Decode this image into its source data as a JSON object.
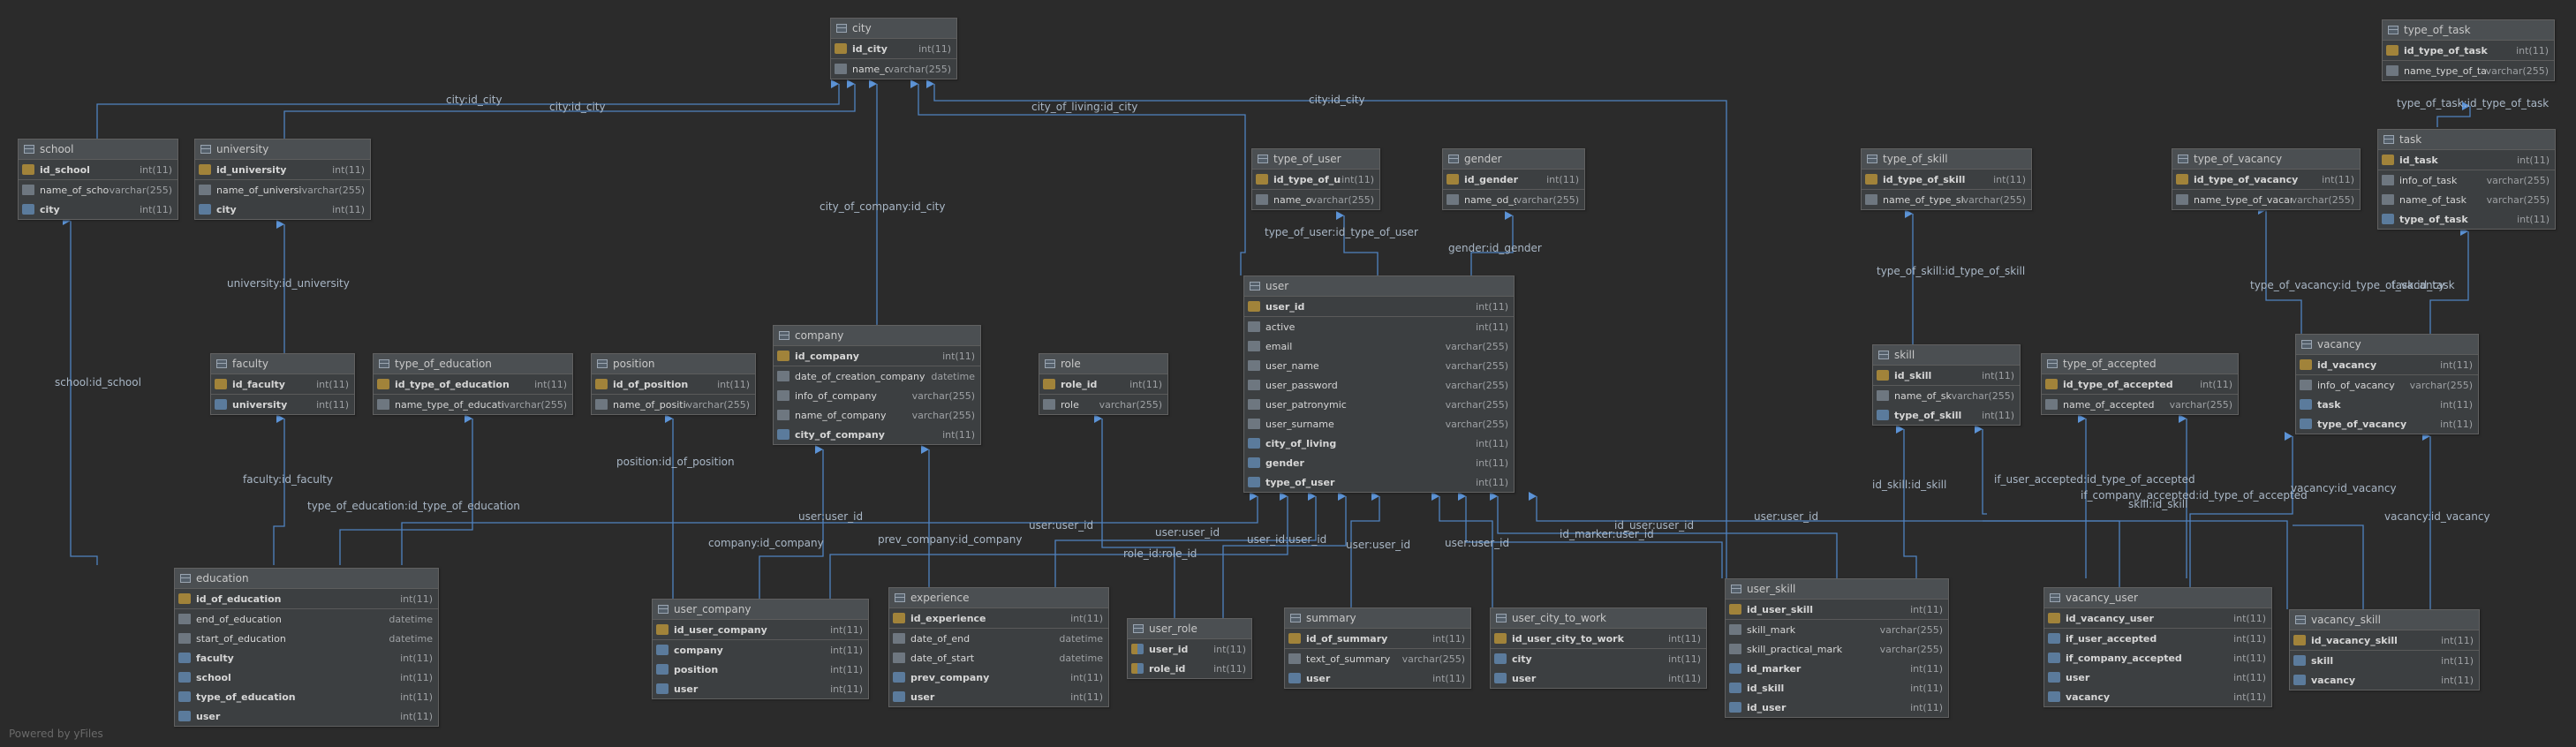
{
  "footer": "Powered by yFiles",
  "tables": {
    "city": {
      "name": "city",
      "columns": [
        {
          "name": "id_city",
          "type": "int(11)",
          "key": "pk"
        },
        {
          "name": "name_of_city",
          "type": "varchar(255)",
          "key": "col"
        }
      ]
    },
    "school": {
      "name": "school",
      "columns": [
        {
          "name": "id_school",
          "type": "int(11)",
          "key": "pk"
        },
        {
          "name": "name_of_school",
          "type": "varchar(255)",
          "key": "col"
        },
        {
          "name": "city",
          "type": "int(11)",
          "key": "fk"
        }
      ]
    },
    "university": {
      "name": "university",
      "columns": [
        {
          "name": "id_university",
          "type": "int(11)",
          "key": "pk"
        },
        {
          "name": "name_of_university",
          "type": "varchar(255)",
          "key": "col"
        },
        {
          "name": "city",
          "type": "int(11)",
          "key": "fk"
        }
      ]
    },
    "type_of_user": {
      "name": "type_of_user",
      "columns": [
        {
          "name": "id_type_of_user",
          "type": "int(11)",
          "key": "pk"
        },
        {
          "name": "name_of_type_user",
          "type": "varchar(255)",
          "key": "col"
        }
      ]
    },
    "gender": {
      "name": "gender",
      "columns": [
        {
          "name": "id_gender",
          "type": "int(11)",
          "key": "pk"
        },
        {
          "name": "name_od_gender",
          "type": "varchar(255)",
          "key": "col"
        }
      ]
    },
    "type_of_skill": {
      "name": "type_of_skill",
      "columns": [
        {
          "name": "id_type_of_skill",
          "type": "int(11)",
          "key": "pk"
        },
        {
          "name": "name_of_type_skill",
          "type": "varchar(255)",
          "key": "col"
        }
      ]
    },
    "type_of_vacancy": {
      "name": "type_of_vacancy",
      "columns": [
        {
          "name": "id_type_of_vacancy",
          "type": "int(11)",
          "key": "pk"
        },
        {
          "name": "name_type_of_vacancy",
          "type": "varchar(255)",
          "key": "col"
        }
      ]
    },
    "type_of_task": {
      "name": "type_of_task",
      "columns": [
        {
          "name": "id_type_of_task",
          "type": "int(11)",
          "key": "pk"
        },
        {
          "name": "name_type_of_task",
          "type": "varchar(255)",
          "key": "col"
        }
      ]
    },
    "task": {
      "name": "task",
      "columns": [
        {
          "name": "id_task",
          "type": "int(11)",
          "key": "pk"
        },
        {
          "name": "info_of_task",
          "type": "varchar(255)",
          "key": "col"
        },
        {
          "name": "name_of_task",
          "type": "varchar(255)",
          "key": "col"
        },
        {
          "name": "type_of_task",
          "type": "int(11)",
          "key": "fk"
        }
      ]
    },
    "company": {
      "name": "company",
      "columns": [
        {
          "name": "id_company",
          "type": "int(11)",
          "key": "pk"
        },
        {
          "name": "date_of_creation_company",
          "type": "datetime",
          "key": "col"
        },
        {
          "name": "info_of_company",
          "type": "varchar(255)",
          "key": "col"
        },
        {
          "name": "name_of_company",
          "type": "varchar(255)",
          "key": "col"
        },
        {
          "name": "city_of_company",
          "type": "int(11)",
          "key": "fk"
        }
      ]
    },
    "role": {
      "name": "role",
      "columns": [
        {
          "name": "role_id",
          "type": "int(11)",
          "key": "pk"
        },
        {
          "name": "role",
          "type": "varchar(255)",
          "key": "col"
        }
      ]
    },
    "user": {
      "name": "user",
      "columns": [
        {
          "name": "user_id",
          "type": "int(11)",
          "key": "pk"
        },
        {
          "name": "active",
          "type": "int(11)",
          "key": "col"
        },
        {
          "name": "email",
          "type": "varchar(255)",
          "key": "col"
        },
        {
          "name": "user_name",
          "type": "varchar(255)",
          "key": "col"
        },
        {
          "name": "user_password",
          "type": "varchar(255)",
          "key": "col"
        },
        {
          "name": "user_patronymic",
          "type": "varchar(255)",
          "key": "col"
        },
        {
          "name": "user_surname",
          "type": "varchar(255)",
          "key": "col"
        },
        {
          "name": "city_of_living",
          "type": "int(11)",
          "key": "fk"
        },
        {
          "name": "gender",
          "type": "int(11)",
          "key": "fk"
        },
        {
          "name": "type_of_user",
          "type": "int(11)",
          "key": "fk"
        }
      ]
    },
    "faculty": {
      "name": "faculty",
      "columns": [
        {
          "name": "id_faculty",
          "type": "int(11)",
          "key": "pk"
        },
        {
          "name": "university",
          "type": "int(11)",
          "key": "fk"
        }
      ]
    },
    "type_of_education": {
      "name": "type_of_education",
      "columns": [
        {
          "name": "id_type_of_education",
          "type": "int(11)",
          "key": "pk"
        },
        {
          "name": "name_type_of_education",
          "type": "varchar(255)",
          "key": "col"
        }
      ]
    },
    "position": {
      "name": "position",
      "columns": [
        {
          "name": "id_of_position",
          "type": "int(11)",
          "key": "pk"
        },
        {
          "name": "name_of_position",
          "type": "varchar(255)",
          "key": "col"
        }
      ]
    },
    "skill": {
      "name": "skill",
      "columns": [
        {
          "name": "id_skill",
          "type": "int(11)",
          "key": "pk"
        },
        {
          "name": "name_of_skill",
          "type": "varchar(255)",
          "key": "col"
        },
        {
          "name": "type_of_skill",
          "type": "int(11)",
          "key": "fk"
        }
      ]
    },
    "type_of_accepted": {
      "name": "type_of_accepted",
      "columns": [
        {
          "name": "id_type_of_accepted",
          "type": "int(11)",
          "key": "pk"
        },
        {
          "name": "name_of_accepted",
          "type": "varchar(255)",
          "key": "col"
        }
      ]
    },
    "vacancy": {
      "name": "vacancy",
      "columns": [
        {
          "name": "id_vacancy",
          "type": "int(11)",
          "key": "pk"
        },
        {
          "name": "info_of_vacancy",
          "type": "varchar(255)",
          "key": "col"
        },
        {
          "name": "task",
          "type": "int(11)",
          "key": "fk"
        },
        {
          "name": "type_of_vacancy",
          "type": "int(11)",
          "key": "fk"
        }
      ]
    },
    "education": {
      "name": "education",
      "columns": [
        {
          "name": "id_of_education",
          "type": "int(11)",
          "key": "pk"
        },
        {
          "name": "end_of_education",
          "type": "datetime",
          "key": "col"
        },
        {
          "name": "start_of_education",
          "type": "datetime",
          "key": "col"
        },
        {
          "name": "faculty",
          "type": "int(11)",
          "key": "fk"
        },
        {
          "name": "school",
          "type": "int(11)",
          "key": "fk"
        },
        {
          "name": "type_of_education",
          "type": "int(11)",
          "key": "fk"
        },
        {
          "name": "user",
          "type": "int(11)",
          "key": "fk"
        }
      ]
    },
    "user_company": {
      "name": "user_company",
      "columns": [
        {
          "name": "id_user_company",
          "type": "int(11)",
          "key": "pk"
        },
        {
          "name": "company",
          "type": "int(11)",
          "key": "fk"
        },
        {
          "name": "position",
          "type": "int(11)",
          "key": "fk"
        },
        {
          "name": "user",
          "type": "int(11)",
          "key": "fk"
        }
      ]
    },
    "experience": {
      "name": "experience",
      "columns": [
        {
          "name": "id_experience",
          "type": "int(11)",
          "key": "pk"
        },
        {
          "name": "date_of_end",
          "type": "datetime",
          "key": "col"
        },
        {
          "name": "date_of_start",
          "type": "datetime",
          "key": "col"
        },
        {
          "name": "prev_company",
          "type": "int(11)",
          "key": "fk"
        },
        {
          "name": "user",
          "type": "int(11)",
          "key": "fk"
        }
      ]
    },
    "user_role": {
      "name": "user_role",
      "columns": [
        {
          "name": "user_id",
          "type": "int(11)",
          "key": "pkfk"
        },
        {
          "name": "role_id",
          "type": "int(11)",
          "key": "pkfk"
        }
      ]
    },
    "summary": {
      "name": "summary",
      "columns": [
        {
          "name": "id_of_summary",
          "type": "int(11)",
          "key": "pk"
        },
        {
          "name": "text_of_summary",
          "type": "varchar(255)",
          "key": "col"
        },
        {
          "name": "user",
          "type": "int(11)",
          "key": "fk"
        }
      ]
    },
    "user_city_to_work": {
      "name": "user_city_to_work",
      "columns": [
        {
          "name": "id_user_city_to_work",
          "type": "int(11)",
          "key": "pk"
        },
        {
          "name": "city",
          "type": "int(11)",
          "key": "fk"
        },
        {
          "name": "user",
          "type": "int(11)",
          "key": "fk"
        }
      ]
    },
    "user_skill": {
      "name": "user_skill",
      "columns": [
        {
          "name": "id_user_skill",
          "type": "int(11)",
          "key": "pk"
        },
        {
          "name": "skill_mark",
          "type": "varchar(255)",
          "key": "col"
        },
        {
          "name": "skill_practical_mark",
          "type": "varchar(255)",
          "key": "col"
        },
        {
          "name": "id_marker",
          "type": "int(11)",
          "key": "fk"
        },
        {
          "name": "id_skill",
          "type": "int(11)",
          "key": "fk"
        },
        {
          "name": "id_user",
          "type": "int(11)",
          "key": "fk"
        }
      ]
    },
    "vacancy_user": {
      "name": "vacancy_user",
      "columns": [
        {
          "name": "id_vacancy_user",
          "type": "int(11)",
          "key": "pk"
        },
        {
          "name": "if_user_accepted",
          "type": "int(11)",
          "key": "fk"
        },
        {
          "name": "if_company_accepted",
          "type": "int(11)",
          "key": "fk"
        },
        {
          "name": "user",
          "type": "int(11)",
          "key": "fk"
        },
        {
          "name": "vacancy",
          "type": "int(11)",
          "key": "fk"
        }
      ]
    },
    "vacancy_skill": {
      "name": "vacancy_skill",
      "columns": [
        {
          "name": "id_vacancy_skill",
          "type": "int(11)",
          "key": "pk"
        },
        {
          "name": "skill",
          "type": "int(11)",
          "key": "fk"
        },
        {
          "name": "vacancy",
          "type": "int(11)",
          "key": "fk"
        }
      ]
    }
  },
  "edge_labels": [
    "city:id_city",
    "city:id_city",
    "city_of_living:id_city",
    "city:id_city",
    "city_of_company:id_city",
    "type_of_user:id_type_of_user",
    "gender:id_gender",
    "type_of_skill:id_type_of_skill",
    "type_of_task:id_type_of_task",
    "type_of_vacancy:id_type_of_vacancy",
    "task:id_task",
    "university:id_university",
    "school:id_school",
    "faculty:id_faculty",
    "position:id_of_position",
    "type_of_education:id_type_of_education",
    "user:user_id",
    "company:id_company",
    "prev_company:id_company",
    "user:user_id",
    "user:user_id",
    "role_id:role_id",
    "user_id:user_id",
    "user:user_id",
    "user:user_id",
    "id_marker:user_id",
    "id_user:user_id",
    "user:user_id",
    "id_skill:id_skill",
    "if_user_accepted:id_type_of_accepted",
    "if_company_accepted:id_type_of_accepted",
    "skill:id_skill",
    "vacancy:id_vacancy",
    "vacancy:id_vacancy"
  ]
}
